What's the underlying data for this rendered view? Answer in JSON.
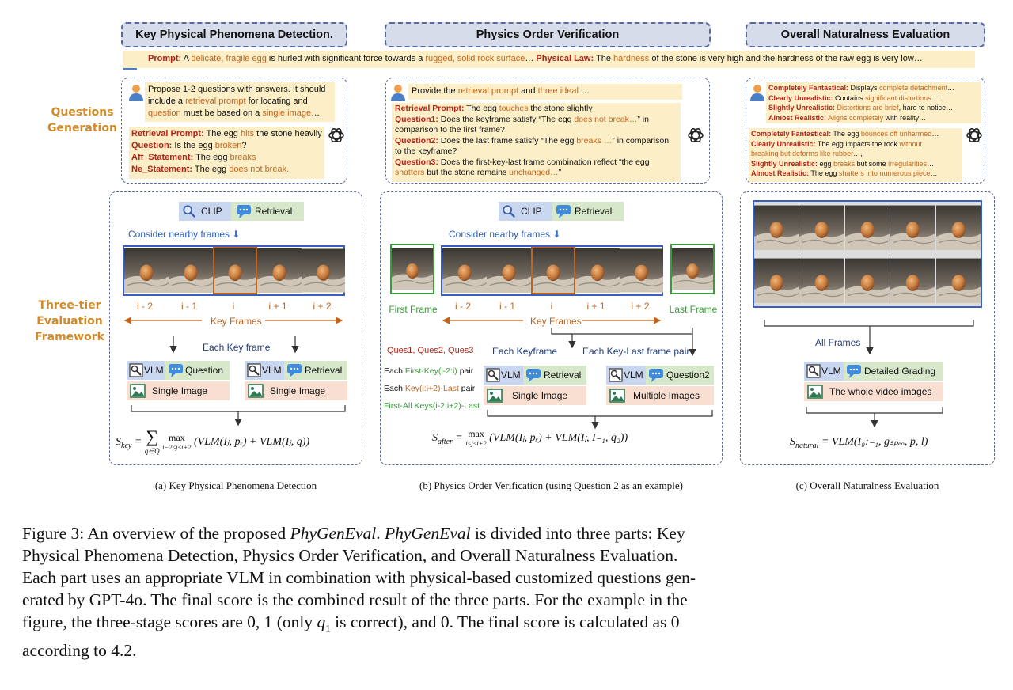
{
  "headers": {
    "part_a": "Key Physical Phenomena Detection.",
    "part_b": "Physics Order Verification",
    "part_c": "Overall Naturalness Evaluation"
  },
  "prompt_band": {
    "prompt_label": "Prompt:",
    "t1": " A ",
    "t2": "delicate, fragile egg",
    "t3": " is hurled with significant force towards a ",
    "t4": "rugged, solid rock surface",
    "t5": "… ",
    "law_label": "Physical Law:",
    "t6": " The ",
    "t7": "hardness",
    "t8": " of the stone is very high and the hardness of the raw egg is very low…"
  },
  "side_labels": {
    "qgen_1": "Questions",
    "qgen_2": "Generation",
    "tier_1": "Three-tier",
    "tier_2": "Evaluation",
    "tier_3": "Framework"
  },
  "qa": {
    "request_1": "Propose 1-2 questions with answers. It should",
    "request_2a": "include a ",
    "request_2b": "retrieval prompt",
    "request_2c": " for locating and",
    "request_3a": "question",
    "request_3b": " must be based on a ",
    "request_3c": "single image",
    "request_3d": "…",
    "ret_label": "Retrieval Prompt:",
    "ret_a": " The egg ",
    "ret_b": "hits",
    "ret_c": " the stone heavily",
    "q_label": "Question:",
    "q_a": " Is the egg ",
    "q_b": "broken",
    "q_c": "?",
    "aff_label": "Aff_Statement:",
    "aff_a": " The egg ",
    "aff_b": "breaks",
    "ne_label": "Ne_Statement:",
    "ne_a": " The egg ",
    "ne_b": "does not break."
  },
  "qb": {
    "request_a": "Provide the ",
    "request_b": "retrieval prompt",
    "request_c": " and ",
    "request_d": "three ideal",
    "request_e": " …",
    "ret_label": "Retrieval Prompt:",
    "ret_a": " The egg ",
    "ret_b": "touches",
    "ret_c": " the stone slightly",
    "q1_label": "Question1:",
    "q1_a": " Does the keyframe satisfy “The egg ",
    "q1_b": "does not break…",
    "q1_c": "” in",
    "q1_d": "comparison to the first frame?",
    "q2_label": "Question2:",
    "q2_a": " Does the last frame satisfy “The egg ",
    "q2_b": "breaks …",
    "q2_c": "” in comparison",
    "q2_d": "to the keyframe?",
    "q3_label": "Question3:",
    "q3_a": " Does the first-key-last frame combination reflect “the egg",
    "q3_b": "shatters",
    "q3_c": " but the stone remains ",
    "q3_d": "unchanged…",
    "q3_e": "”"
  },
  "qc": {
    "r1_label": "Completely Fantastical:",
    "r1_a": " Displays ",
    "r1_b": "complete detachment",
    "r1_c": "…",
    "r2_label": "Clearly Unrealistic:",
    "r2_a": " Contains ",
    "r2_b": "significant distortions",
    "r2_c": " …",
    "r3_label": "Slightly Unrealistic:",
    "r3_a": " Distortions are brief",
    "r3_b": ", hard to notice…",
    "r4_label": "Almost Realistic:",
    "r4_a": " ",
    "r4_b": "Aligns completely",
    "r4_c": " with reality…",
    "a1_label": "Completely Fantastical:",
    "a1_a": " The egg ",
    "a1_b": "bounces off unharmed",
    "a1_c": "…",
    "a2_label": "Clearly Unrealistic:",
    "a2_a": " The egg impacts the rock ",
    "a2_b": "without",
    "a2_c": "breaking but deforms like rubber",
    "a2_d": "…,",
    "a3_label": "Slightly Unrealistic:",
    "a3_a": " egg ",
    "a3_b": "breaks",
    "a3_c": " but some ",
    "a3_d": "irregularities",
    "a3_e": "…,",
    "a4_label": "Almost Realistic:",
    "a4_a": " The egg ",
    "a4_b": "shatters into numerous piece",
    "a4_c": "…"
  },
  "part_a": {
    "clip": "CLIP",
    "retrieval": "Retrieval",
    "nearby": "Consider nearby frames",
    "frame_labels": [
      "i - 2",
      "i - 1",
      "i",
      "i + 1",
      "i + 2"
    ],
    "key_frames": "Key Frames",
    "each_key": "Each Key frame",
    "vlm1": "VLM",
    "question": "Question",
    "vlm2": "VLM",
    "retrieval2": "Retrieval",
    "single1": "Single Image",
    "single2": "Single Image",
    "eq_lhs": "S",
    "eq_lhs_sub": "key",
    "eq_eq": " = ",
    "eq_sum_sub": "q∈Q",
    "eq_max": "max",
    "eq_max_sub": "i−2≤j≤i+2",
    "eq_body": "(VLM(Iⱼ, pᵣ) + VLM(Iⱼ, q))",
    "caption": "(a) Key Physical Phenomena Detection"
  },
  "part_b": {
    "clip": "CLIP",
    "retrieval": "Retrieval",
    "nearby": "Consider nearby frames",
    "first_frame": "First Frame",
    "last_frame": "Last Frame",
    "frame_labels": [
      "i - 2",
      "i - 1",
      "i",
      "i + 1",
      "i + 2"
    ],
    "key_frames": "Key Frames",
    "ques": "Ques1, Ques2, Ques3",
    "each_keyframe": "Each Keyframe",
    "each_pair": "Each Key-Last frame pair",
    "row1_a": "Each ",
    "row1_b": "First-Key(i-2:i)",
    "row1_c": " pair",
    "row2_a": "Each ",
    "row2_b": "Key(i:i+2)-Last",
    "row2_c": " pair",
    "row3": "First-All Keys(i-2:i+2)-Last",
    "vlm1": "VLM",
    "retrieval2": "Retrieval",
    "vlm2": "VLM",
    "question2": "Question2",
    "single": "Single Image",
    "multiple": "Multiple Images",
    "eq_lhs": "S",
    "eq_lhs_sub": "after",
    "eq_eq": " = ",
    "eq_max": "max",
    "eq_max_sub": "i≤j≤i+2",
    "eq_body": "(VLM(Iⱼ, pᵣ) + VLM(Iⱼ, I₋₁, q₂))",
    "caption": "(b) Physics Order Verification (using Question 2 as an example)"
  },
  "part_c": {
    "all_frames": "All Frames",
    "vlm": "VLM",
    "grading": "Detailed Grading",
    "whole": "The whole video images",
    "eq_lhs": "S",
    "eq_lhs_sub": "natural",
    "eq_body": " = VLM(I₀:₋₁, gₛₚₑₒ, p, l)",
    "caption": "(c) Overall Naturalness Evaluation"
  },
  "figure_caption": {
    "l1a": "Figure 3: An overview of the proposed ",
    "l1b": "PhyGenEval",
    "l1c": ". ",
    "l1d": "PhyGenEval",
    "l1e": " is divided into three parts: Key",
    "l2": "Physical Phenomena Detection, Physics Order Verification, and Overall Naturalness Evaluation.",
    "l3": "Each part uses an appropriate VLM in combination with physical-based customized questions gen-",
    "l4": "erated by GPT-4o. The final score is the combined result of the three parts. For the example in the",
    "l5a": "figure, the three-stage scores are 0, 1 (only ",
    "l5b": "q",
    "l5c": "1",
    "l5d": " is correct), and 0. The final score is calculated as 0",
    "l6": "according to 4.2."
  },
  "colors": {
    "accent_blue": "#5a6a9e",
    "label_orange": "#d08a2a",
    "keyword_red": "#b02418",
    "keyword_orange": "#c0651f",
    "green": "#3d9a3d"
  },
  "icons": [
    "person-icon",
    "chatgpt-icon",
    "magnifier-icon",
    "chat-bubble-icon",
    "image-icon",
    "arrow-icon"
  ]
}
